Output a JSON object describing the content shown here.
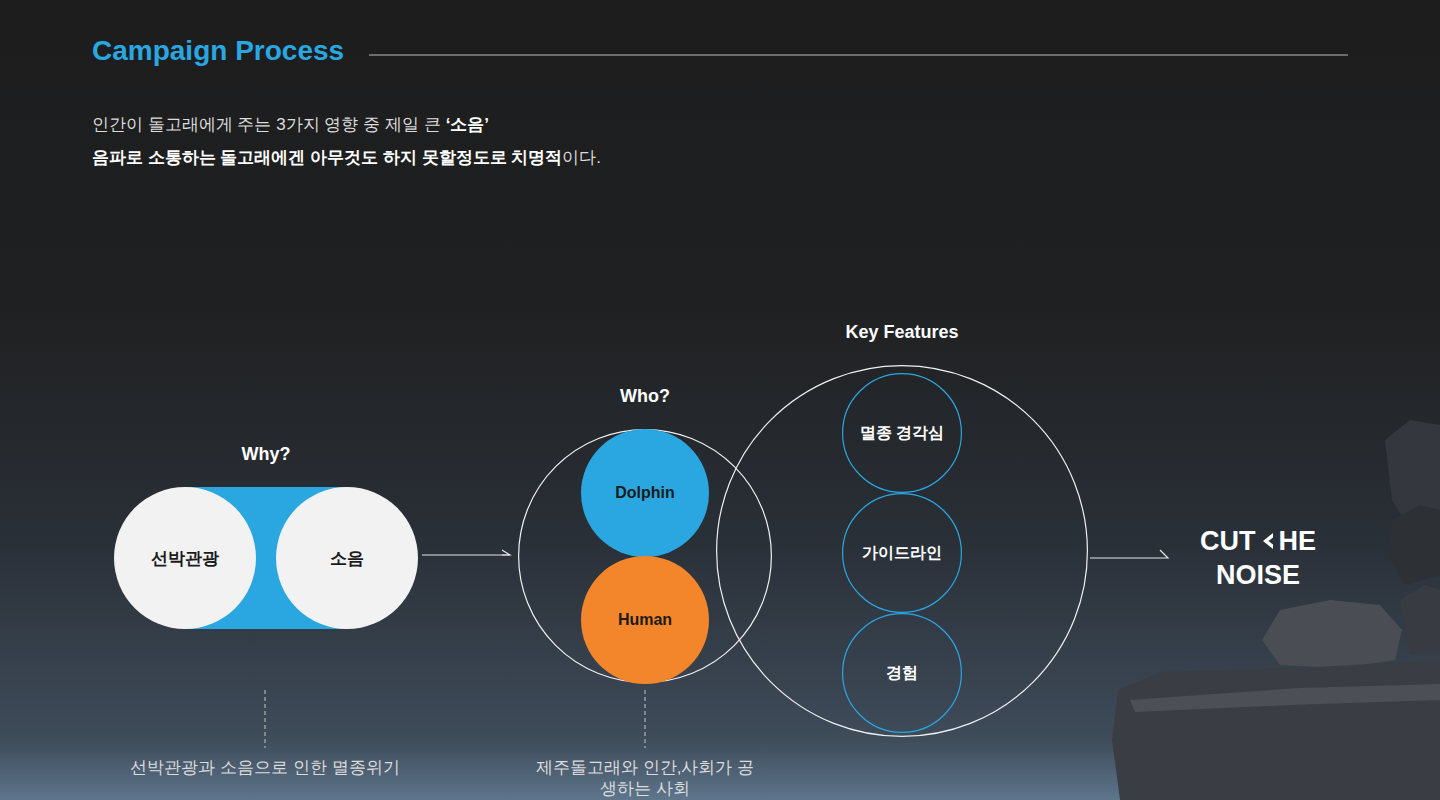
{
  "diagram": {
    "title": "Campaign Process",
    "nodes": [
      {
        "text": [
          "Why?"
        ]
      },
      {
        "text": [
          "선박관광"
        ],
        "in": 0
      },
      {
        "text": [
          "소음"
        ],
        "in": 0
      },
      {
        "text": [
          "Who?"
        ]
      },
      {
        "text": [
          "Dolphin"
        ],
        "in": 3
      },
      {
        "text": [
          "Human"
        ],
        "in": 3
      },
      {
        "text": [
          "Key Features"
        ]
      },
      {
        "text": [
          "멸종 경각심"
        ],
        "in": 6
      },
      {
        "text": [
          "가이드라인"
        ],
        "in": 6
      },
      {
        "text": [
          "경험"
        ],
        "in": 6
      }
    ],
    "edges": [
      {
        "from": 0,
        "to": 3,
        "arrow": "to"
      }
    ],
    "labels": [
      "인간이 돌고래에게 주는 3가지 영향 중 제일 큰",
      "‘소음’",
      "음파로 소통하는 돌고래에겐 아무것도 하지 못할정도로 치명적",
      "이다.",
      "선박관광과 소음으로 인한 멸종위기",
      "제주돌고래와 인간,사회가 공생하는 사회",
      "CUT",
      "HE",
      "NOISE"
    ]
  }
}
